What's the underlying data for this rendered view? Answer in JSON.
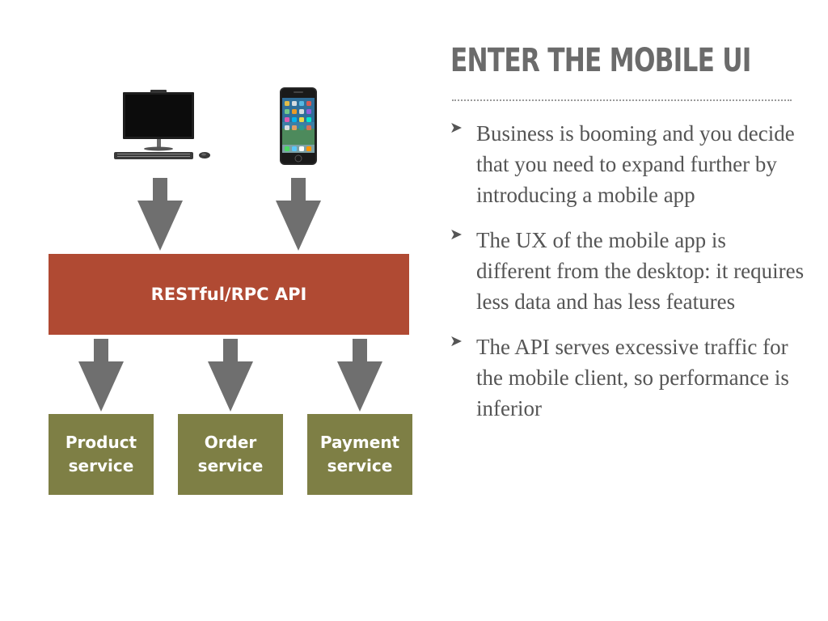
{
  "slide": {
    "title": "ENTER THE MOBILE UI",
    "bullets": [
      "Business is booming and you decide that you need to expand further by introducing a mobile app",
      "The UX of the mobile app is different from the desktop: it requires less data and has less features",
      "The API serves excessive traffic for the mobile client, so performance is inferior"
    ],
    "bullet_marker": "➤"
  },
  "diagram": {
    "api_label": "RESTful/RPC API",
    "services": [
      {
        "label": "Product\nservice"
      },
      {
        "label": "Order\nservice"
      },
      {
        "label": "Payment\nservice"
      }
    ],
    "clients": [
      {
        "icon": "desktop-computer-icon"
      },
      {
        "icon": "smartphone-icon"
      }
    ]
  },
  "colors": {
    "api_box": "#b04a33",
    "service_box": "#7e7f45",
    "arrow": "#6f6f6f",
    "title": "#6b6b6b",
    "body_text": "#555555"
  }
}
